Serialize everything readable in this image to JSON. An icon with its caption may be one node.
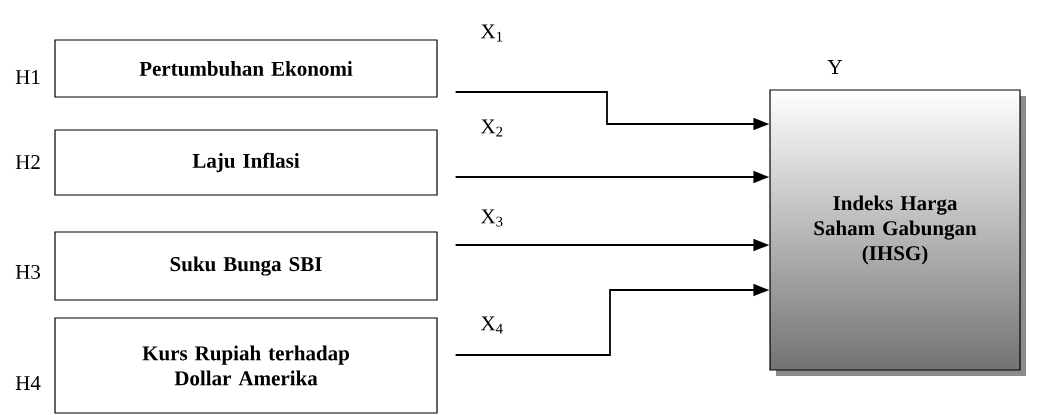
{
  "diagram": {
    "nodes": [
      {
        "text": [
          "Pertumbuhan Ekonomi"
        ],
        "beside": [
          "H1"
        ]
      },
      {
        "text": [
          "Laju Inflasi"
        ],
        "beside": [
          "H2"
        ]
      },
      {
        "text": [
          "Suku Bunga SBI"
        ],
        "beside": [
          "H3"
        ]
      },
      {
        "text": [
          "Kurs Rupiah terhadap Dollar Amerika"
        ],
        "beside": [
          "H4"
        ]
      },
      {
        "text": [
          "Indeks Harga Saham Gabungan (IHSG)"
        ],
        "beside": [
          "Y"
        ]
      }
    ],
    "edges": [
      {
        "from": 0,
        "to": 4,
        "arrow": "to",
        "label": "X$_{1}$"
      },
      {
        "from": 1,
        "to": 4,
        "arrow": "to",
        "label": "X$_{2}$"
      },
      {
        "from": 2,
        "to": 4,
        "arrow": "to",
        "label": "X$_{3}$"
      },
      {
        "from": 3,
        "to": 4,
        "arrow": "to",
        "label": "X$_{4}$"
      }
    ]
  }
}
